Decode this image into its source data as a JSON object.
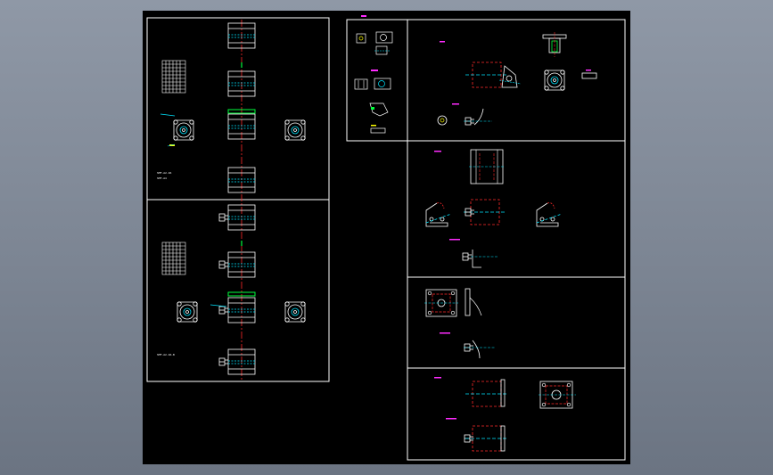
{
  "drawing": {
    "left_sheet": {
      "upper_note": [
        "SMF-A2-1R",
        "SMF-A4"
      ],
      "lower_note": "SMF-A2-1R-B"
    },
    "colors": {
      "background": "#000000",
      "frame": "#ffffff",
      "outline": "#ffffff",
      "centerline": "#ff2a2a",
      "dash": "#00e5ff",
      "highlight": "#00ff3c",
      "magenta": "#ff2bff",
      "yellow": "#ffff00",
      "blue": "#4a7dff"
    }
  }
}
